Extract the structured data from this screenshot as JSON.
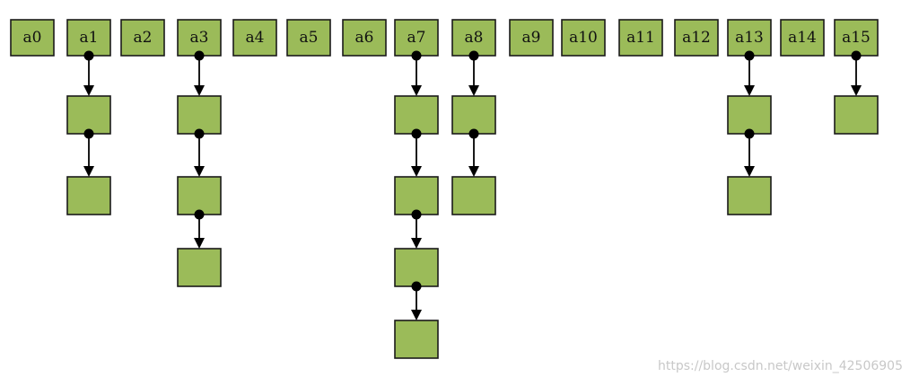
{
  "diagram": {
    "buckets": [
      {
        "label": "a0",
        "chain_length": 0
      },
      {
        "label": "a1",
        "chain_length": 2
      },
      {
        "label": "a2",
        "chain_length": 0
      },
      {
        "label": "a3",
        "chain_length": 3
      },
      {
        "label": "a4",
        "chain_length": 0
      },
      {
        "label": "a5",
        "chain_length": 0
      },
      {
        "label": "a6",
        "chain_length": 0
      },
      {
        "label": "a7",
        "chain_length": 4
      },
      {
        "label": "a8",
        "chain_length": 2
      },
      {
        "label": "a9",
        "chain_length": 0
      },
      {
        "label": "a10",
        "chain_length": 0
      },
      {
        "label": "a11",
        "chain_length": 0
      },
      {
        "label": "a12",
        "chain_length": 0
      },
      {
        "label": "a13",
        "chain_length": 2
      },
      {
        "label": "a14",
        "chain_length": 0
      },
      {
        "label": "a15",
        "chain_length": 1
      }
    ],
    "colors": {
      "cell_fill": "#9bbb59",
      "cell_border": "#1a1a1a",
      "link": "#000000"
    }
  },
  "watermark": {
    "text": "https://blog.csdn.net/weixin_42506905"
  }
}
